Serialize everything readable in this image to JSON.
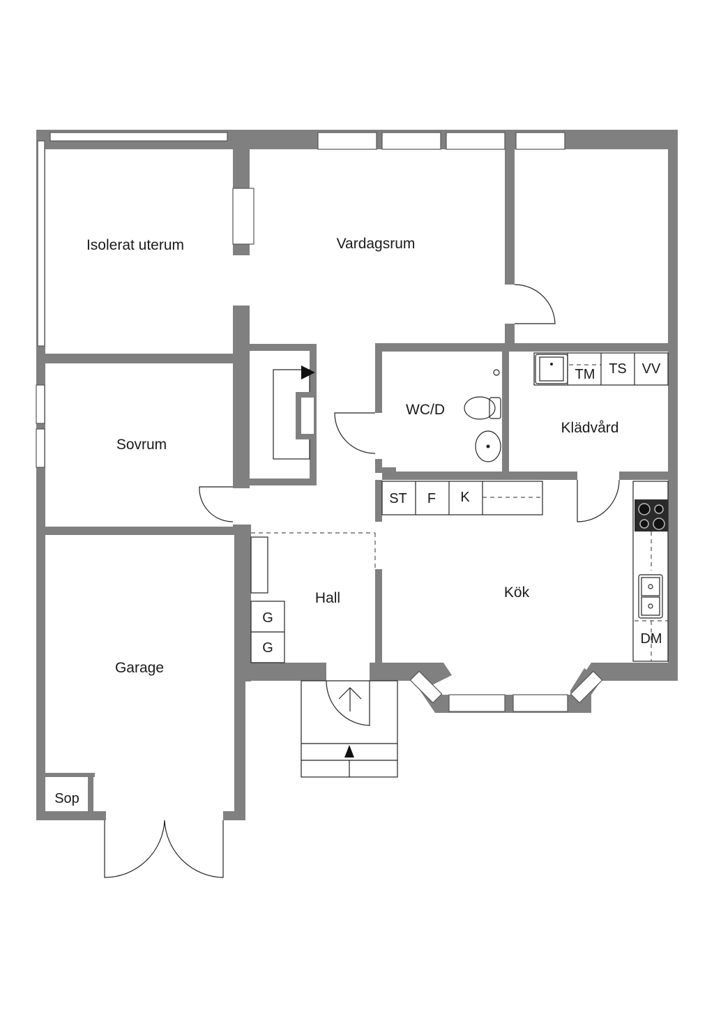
{
  "rooms": {
    "isolerat_uterum": "Isolerat uterum",
    "vardagsrum": "Vardagsrum",
    "sovrum": "Sovrum",
    "wc_d": "WC/D",
    "kladvard": "Klädvård",
    "hall": "Hall",
    "kok": "Kök",
    "garage": "Garage"
  },
  "fixtures": {
    "tm": "TM",
    "ts": "TS",
    "vv": "VV",
    "st": "ST",
    "f": "F",
    "k": "K",
    "g1": "G",
    "g2": "G",
    "dm": "DM",
    "sop": "Sop"
  },
  "colors": {
    "wall": "#808080",
    "line": "#222222",
    "background": "#ffffff"
  }
}
